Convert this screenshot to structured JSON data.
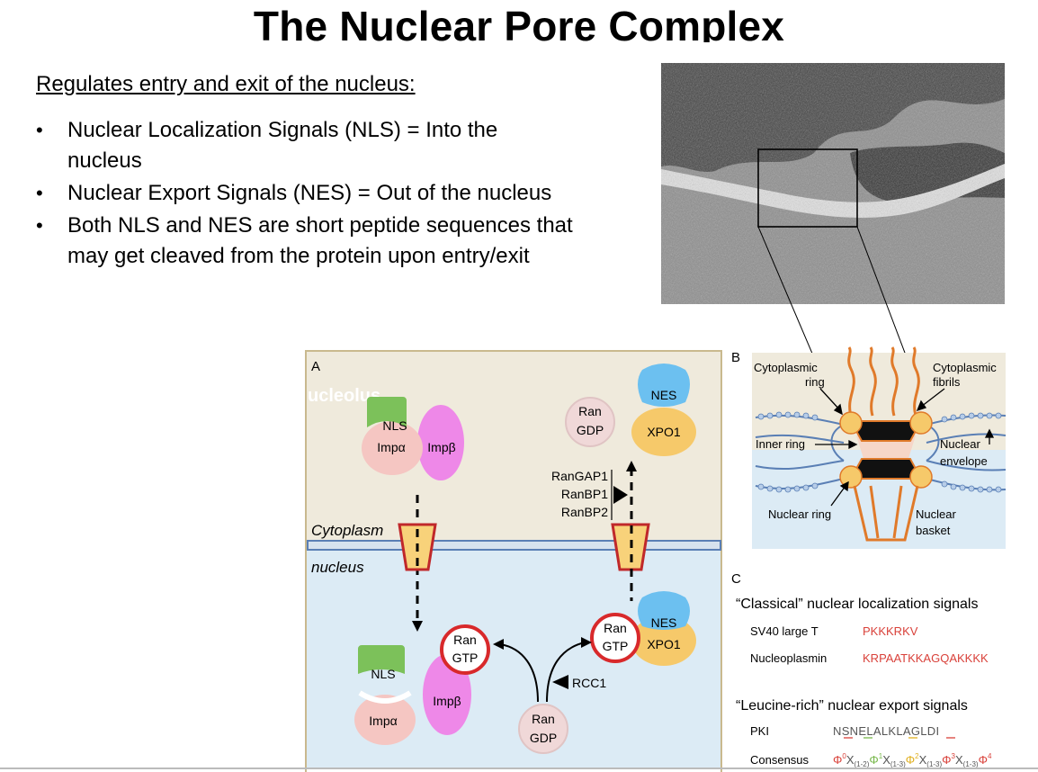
{
  "slide": {
    "title": "The Nuclear Pore Complex",
    "subheading": "Regulates entry and exit of the nucleus:",
    "bullets": [
      "Nuclear Localization Signals (NLS) = Into the nucleus",
      "Nuclear Export Signals (NES) = Out of the nucleus",
      "Both NLS and NES are short peptide sequences that may get cleaved from the protein upon entry/exit"
    ]
  },
  "panel_a": {
    "label": "A",
    "overlay_text": "ucleolus",
    "cytoplasm_label": "Cytoplasm",
    "nucleus_label": "nucleus",
    "nls": "NLS",
    "imp_alpha": "Impα",
    "imp_beta": "Impβ",
    "nes": "NES",
    "xpo1": "XPO1",
    "ran": "Ran",
    "gdp": "GDP",
    "gtp": "GTP",
    "rangap1": "RanGAP1",
    "ranbp1": "RanBP1",
    "ranbp2": "RanBP2",
    "rcc1": "RCC1"
  },
  "panel_b": {
    "label": "B",
    "cytoplasmic_ring_1": "Cytoplasmic",
    "cytoplasmic_ring_2": "ring",
    "cytoplasmic_fibrils_1": "Cytoplasmic",
    "cytoplasmic_fibrils_2": "fibrils",
    "inner_ring": "Inner ring",
    "nuclear_envelope_1": "Nuclear",
    "nuclear_envelope_2": "envelope",
    "nuclear_ring": "Nuclear ring",
    "nuclear_basket_1": "Nuclear",
    "nuclear_basket_2": "basket"
  },
  "panel_c": {
    "label": "C",
    "nls_heading": "“Classical” nuclear localization signals",
    "nes_heading": "“Leucine-rich” nuclear export signals",
    "sv40_name": "SV40 large T",
    "sv40_seq_a": "P",
    "sv40_seq_b": "KKKRK",
    "sv40_seq_c": "V",
    "nucleo_name": "Nucleoplasmin",
    "nucleo_seq_a": "KR",
    "nucleo_seq_b": "PAATKKAGQA",
    "nucleo_seq_c": "KKKK",
    "pki_name": "PKI",
    "pki_seq": "NSNELALKLAGLDI",
    "consensus_name": "Consensus",
    "phi": "Φ",
    "x": "X",
    "sup0": "0",
    "sup1": "1",
    "sup2": "2",
    "sup3": "3",
    "sup4": "4",
    "sub12": "(1-2)",
    "sub13": "(1-3)"
  },
  "colors": {
    "cytoplasm_bg": "#efeadc",
    "nucleus_bg": "#dcebf5",
    "panel_border": "#c9b98e",
    "nls_green": "#7cc15a",
    "imp_alpha_pink": "#f5c6c2",
    "imp_beta_magenta": "#ee88e8",
    "nes_blue": "#6cc0f0",
    "xpo1_orange": "#f6c96a",
    "ran_red": "#d8292b",
    "pore_yellow": "#f8d27a",
    "pore_red": "#c0282a",
    "membrane_blue": "#5a7fb5",
    "npc_orange": "#e07a2a",
    "seq_red": "#d9413a",
    "seq_green": "#78b84c",
    "seq_yellow": "#e0b020"
  }
}
